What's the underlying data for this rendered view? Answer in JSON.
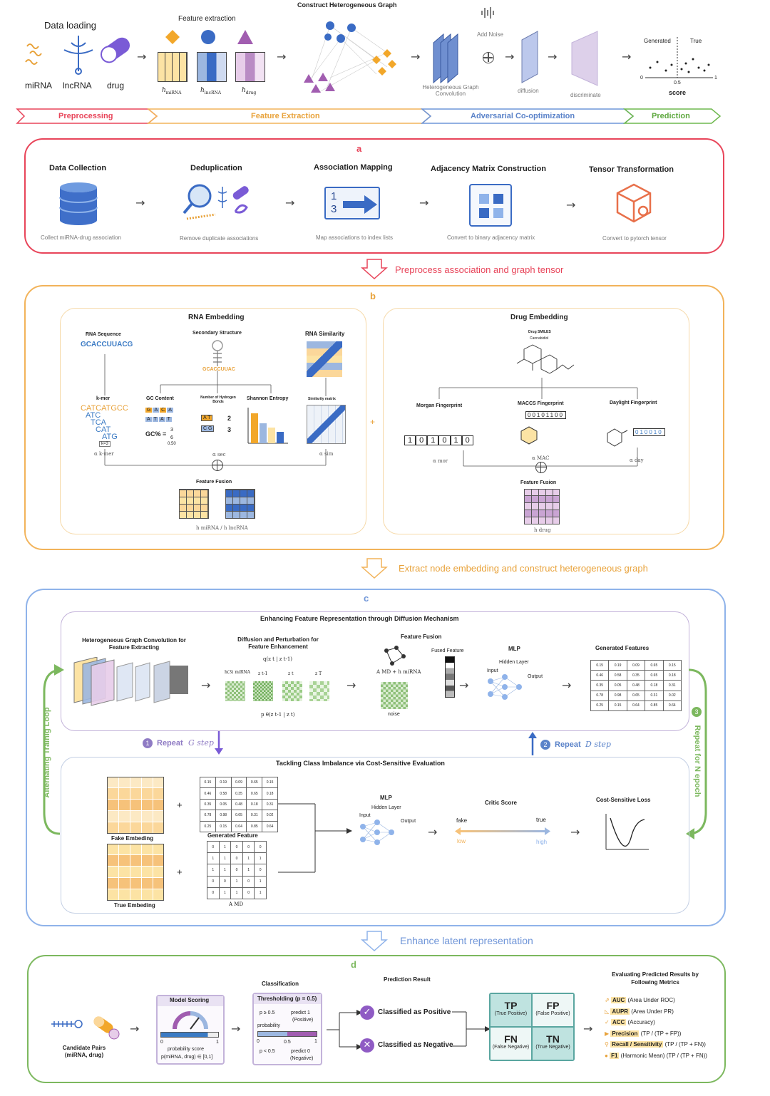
{
  "top": {
    "data_loading": "Data loading",
    "mirna": "miRNA",
    "lncrna": "lncRNA",
    "drug": "drug",
    "feature_extraction": "Feature extraction",
    "h_mirna": "h",
    "h_mirna_sub": "miRNA",
    "h_lncrna_sub": "lncRNA",
    "h_drug_sub": "drug",
    "construct_graph": "Construct Heterogeneous Graph",
    "add_noise": "Add Noise",
    "hgc": "Heterogeneous Graph Convolution",
    "diffusion": "diffusion",
    "discriminate": "discriminate",
    "generated": "Generated",
    "true": "True",
    "score": "score",
    "axis0": "0",
    "axis05": "0.5",
    "axis1": "1"
  },
  "stages": [
    "Preprocessing",
    "Feature Extraction",
    "Adversarial Co-optimization",
    "Prediction"
  ],
  "panel_a": {
    "letter": "a",
    "steps": [
      {
        "title": "Data Collection",
        "desc": "Collect miRNA-drug association"
      },
      {
        "title": "Deduplication",
        "desc": "Remove duplicate associations"
      },
      {
        "title": "Association Mapping",
        "desc": "Map associations to index lists"
      },
      {
        "title": "Adjacency Matrix Construction",
        "desc": "Convert to binary adjacency matrix"
      },
      {
        "title": "Tensor Transformation",
        "desc": "Convert to pytorch tensor"
      }
    ],
    "map_digits": [
      "1",
      "3"
    ]
  },
  "transition1": "Preprocess association and graph tensor",
  "panel_b": {
    "letter": "b",
    "rna_title": "RNA Embedding",
    "rna_sequence": "RNA Sequence",
    "seq": "GCACCUUACG",
    "secondary": "Secondary Structure",
    "secondary_seq": "GCACCUUAC",
    "rna_similarity": "RNA Similarity",
    "kmer": "k-mer",
    "kmer_lines": [
      "CATCATGCC",
      "ATC",
      "TCA",
      "CAT",
      "ATG"
    ],
    "k3": "k=3",
    "gc_content": "GC Content",
    "gc_formula": "GC% =",
    "gc_num": "3",
    "gc_den": "6",
    "gc_val": "0.50",
    "gc_top": [
      "G",
      "A",
      "C",
      "A"
    ],
    "gc_bot": [
      "A",
      "T",
      "A",
      "T"
    ],
    "hbonds": "Number of Hydrogen Bonds",
    "hb_pairs": [
      "A T",
      "C G"
    ],
    "hb_vals": [
      "2",
      "3"
    ],
    "shannon": "Shannon Entropy",
    "sim_matrix": "Similarity matrix",
    "alpha_kmer": "α k-mer",
    "alpha_sec": "α sec",
    "alpha_sim": "α sim",
    "fusion": "Feature Fusion",
    "rna_out": "h miRNA / h lncRNA",
    "plus": "+",
    "drug_title": "Drug Embedding",
    "drug_smiles": "Drug SMILES",
    "cannabidiol": "Cannabidiol",
    "morgan": "Morgan Fingerprint",
    "maccs": "MACCS Fingerprint",
    "daylight": "Daylight Fingerprint",
    "morgan_bits": [
      "1",
      "0",
      "1",
      "0",
      "1",
      "0"
    ],
    "maccs_bits": "00101100",
    "daylight_bits": "010010",
    "alpha_mor": "α mor",
    "alpha_mac": "α MAC",
    "alpha_day": "α day",
    "drug_fusion": "Feature Fusion",
    "drug_out": "h drug"
  },
  "transition2": "Extract node embedding and  construct heterogeneous graph",
  "panel_c": {
    "letter": "c",
    "top_title": "Enhancing Feature Representation through Diffusion Mechanism",
    "hgc_title": "Heterogeneous Graph  Convolution for Feature Extracting",
    "diff_title": "Diffusion and Perturbation for Feature Enhancement",
    "q_label": "q(z t | z t-1)",
    "p_label": "p θ(z t-1 | z t)",
    "z_labels": [
      "h(3) miRNA",
      "z t-1",
      "z t",
      "z T"
    ],
    "fusion_title": "Feature Fusion",
    "fused_feature": "Fused Feature",
    "amd_label": "A MD + h miRNA",
    "noise": "noise",
    "mlp": "MLP",
    "hidden": "Hidden Layer",
    "input": "Input",
    "output": "Output",
    "generated_features": "Generated Features",
    "gen_matrix": [
      [
        "0.15",
        "0.19",
        "0.09",
        "0.65",
        "0.15"
      ],
      [
        "0.46",
        "0.58",
        "0.35",
        "0.65",
        "0.18"
      ],
      [
        "0.35",
        "0.05",
        "0.48",
        "0.18",
        "0.31"
      ],
      [
        "0.78",
        "0.98",
        "0.65",
        "0.31",
        "0.02"
      ],
      [
        "0.25",
        "0.15",
        "0.64",
        "0.85",
        "0.64"
      ]
    ],
    "repeat_g": "Repeat",
    "g_step": "G step",
    "repeat_d": "Repeat",
    "d_step": "D step",
    "num1": "1",
    "num2": "2",
    "num3": "3",
    "alt_loop": "Alternating Trainig Loop",
    "repeat_n": "Repeat for N epoch",
    "bottom_title": "Tackling Class Imbalance via Cost-Sensitive Evaluation",
    "fake_emb": "Fake Embeding",
    "true_emb": "True Embeding",
    "generated_feature": "Generated Feature",
    "amd": "A MD",
    "bin_matrix": [
      [
        "0",
        "1",
        "0",
        "0",
        "0"
      ],
      [
        "1",
        "1",
        "0",
        "1",
        "1"
      ],
      [
        "1",
        "1",
        "0",
        "1",
        "0"
      ],
      [
        "0",
        "0",
        "1",
        "0",
        "1"
      ],
      [
        "0",
        "1",
        "1",
        "0",
        "1"
      ]
    ],
    "mlp2": "MLP",
    "hidden2": "Hidden Layer",
    "input2": "Input",
    "output2": "Output",
    "critic": "Critic Score",
    "fake": "fake",
    "true": "true",
    "low": "low",
    "high": "high",
    "cost_loss": "Cost-Sensitive Loss",
    "plus": "+"
  },
  "transition3": "Enhance latent representation",
  "panel_d": {
    "letter": "d",
    "candidate": "Candidate Pairs (miRNA, drug)",
    "classification": "Classification",
    "model_scoring": "Model Scoring",
    "prob_score": "probability score",
    "prob_range": "p(miRNA, drug) ∈ [0,1]",
    "threshold": "Thresholding (p = 0.5)",
    "p_ge": "p ≥ 0.5",
    "predict1": "predict 1",
    "positive": "(Positive)",
    "probability": "probability",
    "p_lt": "p < 0.5",
    "predict0": "predict 0",
    "negative": "(Negative)",
    "scale": [
      "0",
      "0.5",
      "1"
    ],
    "scale_ms": [
      "0",
      "1"
    ],
    "pred_result": "Prediction Result",
    "class_pos": "Classified as Positive",
    "class_neg": "Classified as Negative",
    "tp": "TP",
    "tp_full": "(True Positive)",
    "fp": "FP",
    "fp_full": "(False Positive)",
    "fn": "FN",
    "fn_full": "(False Negative)",
    "tn": "TN",
    "tn_full": "(True Negative)",
    "eval_title": "Evaluating Predicted Results by Following Metrics",
    "metrics": [
      {
        "name": "AUC",
        "desc": "(Area Under ROC)"
      },
      {
        "name": "AUPR",
        "desc": "(Area Under PR)"
      },
      {
        "name": "ACC",
        "desc": "(Accuracy)"
      },
      {
        "name": "Precision",
        "desc": "(TP / (TP + FP))"
      },
      {
        "name": "Recall / Sensitivity",
        "desc": "(TP / (TP + FN))"
      },
      {
        "name": "F1",
        "desc": "(Harmonic Mean)  (TP / (TP + FN))"
      }
    ]
  }
}
